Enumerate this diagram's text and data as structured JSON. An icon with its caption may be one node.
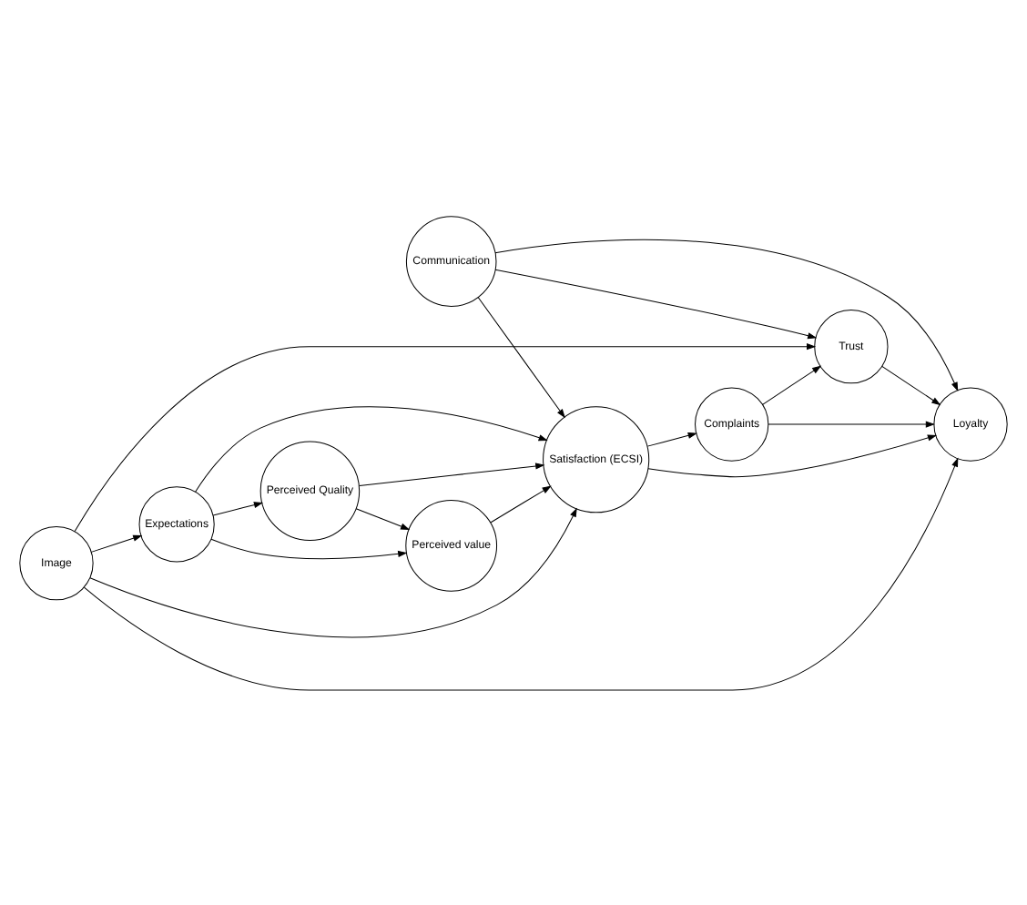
{
  "diagram": {
    "nodes": [
      {
        "text": [
          "Communication"
        ]
      },
      {
        "text": [
          "Trust"
        ]
      },
      {
        "text": [
          "Image"
        ]
      },
      {
        "text": [
          "Loyalty"
        ]
      },
      {
        "text": [
          "Expectations"
        ]
      },
      {
        "text": [
          "Satisfaction (ECSI)"
        ]
      },
      {
        "text": [
          "Perceived value"
        ]
      },
      {
        "text": [
          "Perceived Quality"
        ]
      },
      {
        "text": [
          "Complaints"
        ]
      }
    ],
    "edges": [
      {
        "from": 0,
        "to": 1,
        "arrow": "to"
      },
      {
        "from": 0,
        "to": 3,
        "arrow": "to"
      },
      {
        "from": 0,
        "to": 5,
        "arrow": "to"
      },
      {
        "from": 2,
        "to": 1,
        "arrow": "to"
      },
      {
        "from": 2,
        "to": 3,
        "arrow": "to"
      },
      {
        "from": 2,
        "to": 5,
        "arrow": "to"
      },
      {
        "from": 2,
        "to": 4,
        "arrow": "to"
      },
      {
        "from": 1,
        "to": 3,
        "arrow": "to"
      },
      {
        "from": 5,
        "to": 3,
        "arrow": "to"
      },
      {
        "from": 4,
        "to": 5,
        "arrow": "to"
      },
      {
        "from": 4,
        "to": 6,
        "arrow": "to"
      },
      {
        "from": 4,
        "to": 7,
        "arrow": "to"
      },
      {
        "from": 6,
        "to": 5,
        "arrow": "to"
      },
      {
        "from": 7,
        "to": 6,
        "arrow": "to"
      },
      {
        "from": 7,
        "to": 5,
        "arrow": "to"
      },
      {
        "from": 5,
        "to": 8,
        "arrow": "to"
      },
      {
        "from": 8,
        "to": 3,
        "arrow": "to"
      },
      {
        "from": 8,
        "to": 1,
        "arrow": "to"
      }
    ]
  }
}
